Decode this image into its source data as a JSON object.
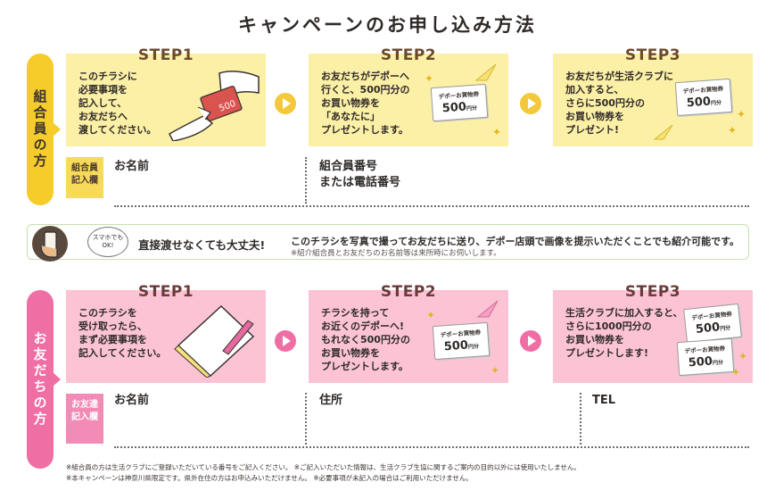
{
  "title": "キャンペーンのお申し込み方法",
  "member": {
    "tab_label": "組合員の方",
    "steps": [
      {
        "label": "STEP1",
        "text": "このチラシに\n必要事項を\n記入して、\nお友だちへ\n渡してください。"
      },
      {
        "label": "STEP2",
        "text": "お友だちがデポーへ\n行くと、500円分の\nお買い物券を\n「あなたに」\nプレゼントします。"
      },
      {
        "label": "STEP3",
        "text": "お友だちが生活クラブに\n加入すると、\nさらに500円分の\nお買い物券を\nプレゼント!"
      }
    ],
    "field_label": "組合員\n記入欄",
    "fields": [
      "お名前",
      "組合員番号\nまたは電話番号"
    ]
  },
  "middle": {
    "bubble": "スマホでも\nOK!",
    "main": "直接渡せなくても大丈夫!",
    "desc": "このチラシを写真で撮ってお友だちに送り、デポー店頭で画像を提示いただくことでも紹介可能です。",
    "sub": "※紹介組合員とお友だちのお名前等は来所時にお伺いします。"
  },
  "friend": {
    "tab_label": "お友だちの方",
    "steps": [
      {
        "label": "STEP1",
        "text": "このチラシを\n受け取ったら、\nまず必要事項を\n記入してください。"
      },
      {
        "label": "STEP2",
        "text": "チラシを持って\nお近くのデポーへ!\nもれなく500円分の\nお買い物券を\nプレゼントします。"
      },
      {
        "label": "STEP3",
        "text": "生活クラブに加入すると、\nさらに1000円分の\nお買い物券を\nプレゼントします!"
      }
    ],
    "field_label": "お友達\n記入欄",
    "fields": [
      "お名前",
      "住所",
      "TEL"
    ]
  },
  "coupon": {
    "title": "デポーお買物券",
    "amount": "500",
    "unit": "円分"
  },
  "card_amount": "500",
  "footnotes": [
    "※組合員の方は生活クラブにご登録いただいている番号をご記入ください。 ※ご記入いただいた情報は、生活クラブ生協に関するご案内の目的以外には使用いたしません。",
    "※本キャンペーンは神奈川県限定です。県外在住の方はお申込みいただけません。 ※必要事項が未記入の場合はご利用いただけません。"
  ],
  "colors": {
    "yellow": "#f5cc2a",
    "yellow_light": "#fcefa6",
    "pink": "#ef6fa4",
    "pink_light": "#fbc3d4"
  },
  "icons": [
    "hands-exchange-icon",
    "notebook-pen-icon",
    "smartphone-hand-icon",
    "sparkle-icon",
    "arrow-right-icon"
  ]
}
